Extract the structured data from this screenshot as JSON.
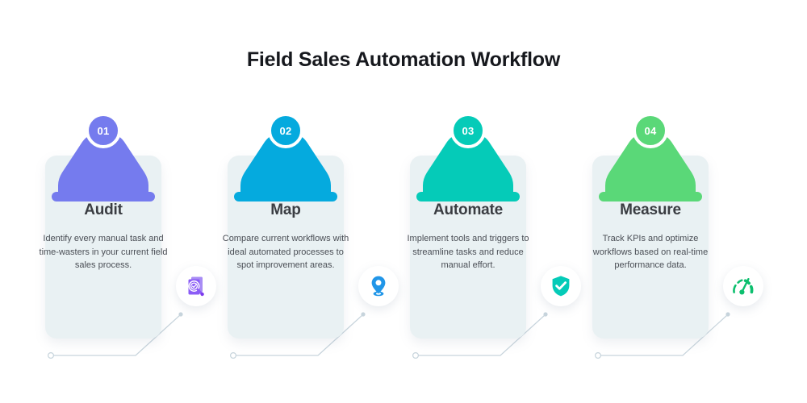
{
  "title": "Field Sales Automation Workflow",
  "theme": {
    "background": "#ffffff",
    "card_bg": "#e9f1f3",
    "title_color": "#16181d",
    "card_title_color": "#3a3d42",
    "body_text_color": "#4a4e55",
    "connector_color": "#c7d4dc"
  },
  "steps": [
    {
      "number": "01",
      "title": "Audit",
      "description": "Identify every manual task and time-wasters in your current field sales process.",
      "color": "#757bee",
      "icon": "document-search-icon"
    },
    {
      "number": "02",
      "title": "Map",
      "description": "Compare current workflows with ideal automated processes to spot improvement areas.",
      "color": "#05aade",
      "icon": "map-pin-icon"
    },
    {
      "number": "03",
      "title": "Automate",
      "description": "Implement tools and triggers to streamline tasks and reduce manual effort.",
      "color": "#05cbb8",
      "icon": "shield-check-icon"
    },
    {
      "number": "04",
      "title": "Measure",
      "description": "Track KPIs and optimize workflows based on real-time performance data.",
      "color": "#5ad878",
      "icon": "speedometer-icon"
    }
  ]
}
